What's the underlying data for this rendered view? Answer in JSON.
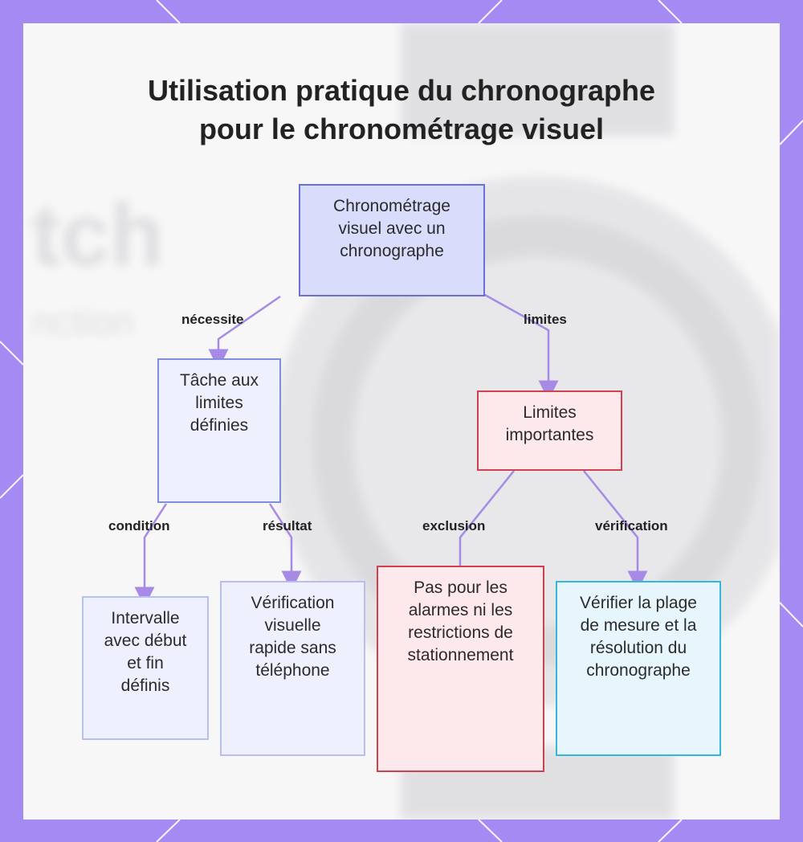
{
  "diagram": {
    "title_line1": "Utilisation pratique du chronographe",
    "title_line2": "pour le chronométrage visuel",
    "nodes": {
      "root": {
        "text": "Chronométrage visuel avec un chronographe"
      },
      "task": {
        "text": "Tâche aux limites définies"
      },
      "limits": {
        "text": "Limites importantes"
      },
      "interval": {
        "text": "Intervalle avec début et fin définis"
      },
      "visual_check": {
        "text": "Vérification visuelle rapide sans téléphone"
      },
      "no_alarms": {
        "text": "Pas pour les alarmes ni les restrictions de stationnement"
      },
      "verify_range": {
        "text": "Vérifier la plage de mesure et la résolution du chronographe"
      }
    },
    "edges": {
      "necessite": "nécessite",
      "limites": "limites",
      "condition": "condition",
      "resultat": "résultat",
      "exclusion": "exclusion",
      "verification": "vérification"
    },
    "colors": {
      "frame": "#a58af4",
      "root_fill": "#d9dcfb",
      "root_border": "#6b70d8",
      "blue_fill": "#eef0fd",
      "blue_border": "#7f8fdc",
      "light_blue_border": "#b6c0ee",
      "red_fill": "#fde8ec",
      "red_border": "#d0414f",
      "cyan_fill": "#e6f6fc",
      "cyan_border": "#35b6dc",
      "edge": "#a68ae6"
    }
  },
  "background": {
    "word1": "tch",
    "word2": "nction"
  }
}
